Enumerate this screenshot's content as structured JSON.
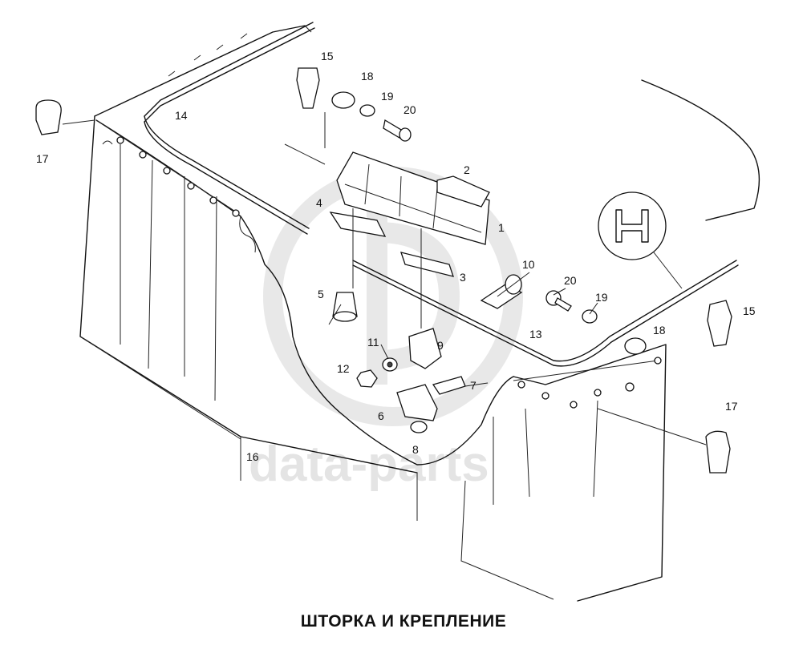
{
  "caption": "ШТОРКА И КРЕПЛЕНИЕ",
  "watermark": {
    "text": "data-parts",
    "color": "#cfcfcf"
  },
  "callouts": [
    {
      "id": "c15a",
      "text": "15"
    },
    {
      "id": "c18a",
      "text": "18"
    },
    {
      "id": "c19a",
      "text": "19"
    },
    {
      "id": "c20a",
      "text": "20"
    },
    {
      "id": "c14",
      "text": "14"
    },
    {
      "id": "c17a",
      "text": "17"
    },
    {
      "id": "c2",
      "text": "2"
    },
    {
      "id": "c4",
      "text": "4"
    },
    {
      "id": "c1",
      "text": "1"
    },
    {
      "id": "c3",
      "text": "3"
    },
    {
      "id": "c10",
      "text": "10"
    },
    {
      "id": "c20b",
      "text": "20"
    },
    {
      "id": "c19b",
      "text": "19"
    },
    {
      "id": "c15b",
      "text": "15"
    },
    {
      "id": "c5",
      "text": "5"
    },
    {
      "id": "c11",
      "text": "11"
    },
    {
      "id": "c9",
      "text": "9"
    },
    {
      "id": "c13",
      "text": "13"
    },
    {
      "id": "c18b",
      "text": "18"
    },
    {
      "id": "c12",
      "text": "12"
    },
    {
      "id": "c7",
      "text": "7"
    },
    {
      "id": "c6",
      "text": "6"
    },
    {
      "id": "c17b",
      "text": "17"
    },
    {
      "id": "c8",
      "text": "8"
    },
    {
      "id": "c16",
      "text": "16"
    }
  ]
}
